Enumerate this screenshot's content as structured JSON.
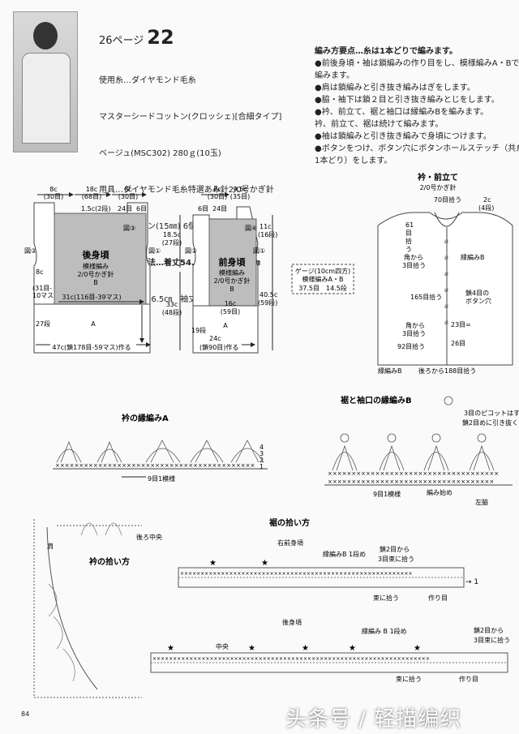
{
  "header": {
    "page_ref": "26ページ",
    "pattern_no": "22"
  },
  "spec_lines": [
    "使用糸…ダイヤモンド毛糸",
    "マスターシードコットン(クロッシェ)[合細タイプ]",
    "ベージュ(MSC302) 280ｇ(10玉)",
    "用具…ダイヤモンド毛糸特選あみ針2/0号かぎ針",
    "付属品…ボタン(15㎜) 6個",
    "出来上がり寸法…着丈54.5㎝　胸回り97㎝",
    "背肩幅36.5㎝　袖丈40.5㎝"
  ],
  "instructions": {
    "title": "編み方要点…糸は1本どりで編みます。",
    "steps": [
      "●前後身頃・袖は鎖編みの作り目をし、模様編みA・Bで",
      "編みます。",
      "●肩は鎖編みと引き抜き編みはぎをします。",
      "●脇・袖下は鎖２目と引き抜き編みとじをします。",
      "●衿、前立て、裾と袖口は縁編みBを編みます。",
      "衿、前立て、裾は続けて編みます。",
      "●袖は鎖編みと引き抜き編みで身頃につけます。",
      "●ボタンをつけ、ボタン穴にボタンホールステッチ（共糸",
      "1本どり）をします。"
    ]
  },
  "back_body": {
    "title": "後身頃",
    "sub1": "模様編み",
    "sub2": "2/0号かぎ針",
    "sub3": "B",
    "top_dims": [
      "8c",
      "(30目)",
      "18c",
      "(68目)",
      "8c",
      "(30目)"
    ],
    "neck": "1.5c(2段)",
    "neck_right": "24目",
    "neck_rows": "6目",
    "fig3": "図③",
    "fig1": "図①",
    "fig2": "図②",
    "side_label": "8c",
    "side_rows": "(31目-",
    "side_rows2": "10マス",
    "waist": "31c(116目-39マス)",
    "rows27": "27段",
    "pattern_a": "A",
    "bottom": "47c(鎖178目-59マス)作る",
    "height1": "18.5c",
    "height1b": "(27段)",
    "height2": "33c",
    "height2b": "(48段)"
  },
  "front_body": {
    "title": "前身頃",
    "sub1": "模様編み",
    "sub2": "2/0号かぎ針",
    "sub3": "B",
    "top_dims": [
      "8c",
      "(30目)",
      "9.5c",
      "(35目)"
    ],
    "neck_left": "6目",
    "neck_right": "24目",
    "fig4": "図④",
    "fig1": "図①",
    "fig2": "図②",
    "inner": "16c",
    "inner2": "(59目)",
    "pattern_a": "A",
    "rows19": "19段",
    "bottom1": "24c",
    "bottom2": "(鎖90目)作る",
    "right1": "11c",
    "right1b": "(16段)",
    "right2": "40.5c",
    "right2b": "(59段)"
  },
  "gauge": {
    "title": "ゲージ(10cm四方)",
    "line1": "模様編みA・B",
    "line2": "37.5目　14.5段"
  },
  "collar_front": {
    "title": "衿・前立て",
    "needle": "2/0号かぎ針",
    "pick70": "70目拾う",
    "two_c": "2c",
    "two_rows": "(4段)",
    "pick61a": "61",
    "pick61b": "目",
    "pick61c": "拾",
    "pick61d": "う",
    "corner1": "角から",
    "corner1b": "3目拾う",
    "edge_b": "縁編みB",
    "pick165": "165目拾う",
    "btn1": "鎖4目の",
    "btn2": "ボタン穴",
    "corner2": "角から",
    "corner2b": "3目拾う",
    "row23": "23目=",
    "pick92": "92目拾う",
    "row26": "26目",
    "edge_b2": "縁編みB",
    "back188": "後ろから188目拾う"
  },
  "edge_a": {
    "title": "衿の縁編みA",
    "repeat": "9目1模様",
    "rows": [
      "4",
      "3",
      "2",
      "1"
    ]
  },
  "edge_b": {
    "title": "裾と袖口の縁編みB",
    "picot1": "3目のピコットはすべて",
    "picot2": "鎖2目めに引き抜く",
    "repeat": "9目1模様",
    "start": "編み始め",
    "side": "左脇"
  },
  "collar_pickup": {
    "title": "衿の拾い方",
    "back_center": "後ろ中央",
    "shoulder": "肩"
  },
  "hem_pickup": {
    "title": "裾の拾い方",
    "right_front": "右前身頃",
    "row1": "縁編みB 1段め",
    "chain2a": "鎖2目から",
    "chain2b": "3目束に拾う",
    "bundle": "束に拾う",
    "work": "作り目",
    "back": "後身頃",
    "row1b": "縁編み B 1段め",
    "center": "中央",
    "chain2c": "鎖2目から",
    "chain2d": "3目束に拾う",
    "bundle2": "束に拾う",
    "work2": "作り目"
  },
  "footer": {
    "page": "84",
    "watermark": "头条号 / 轻描编织"
  }
}
